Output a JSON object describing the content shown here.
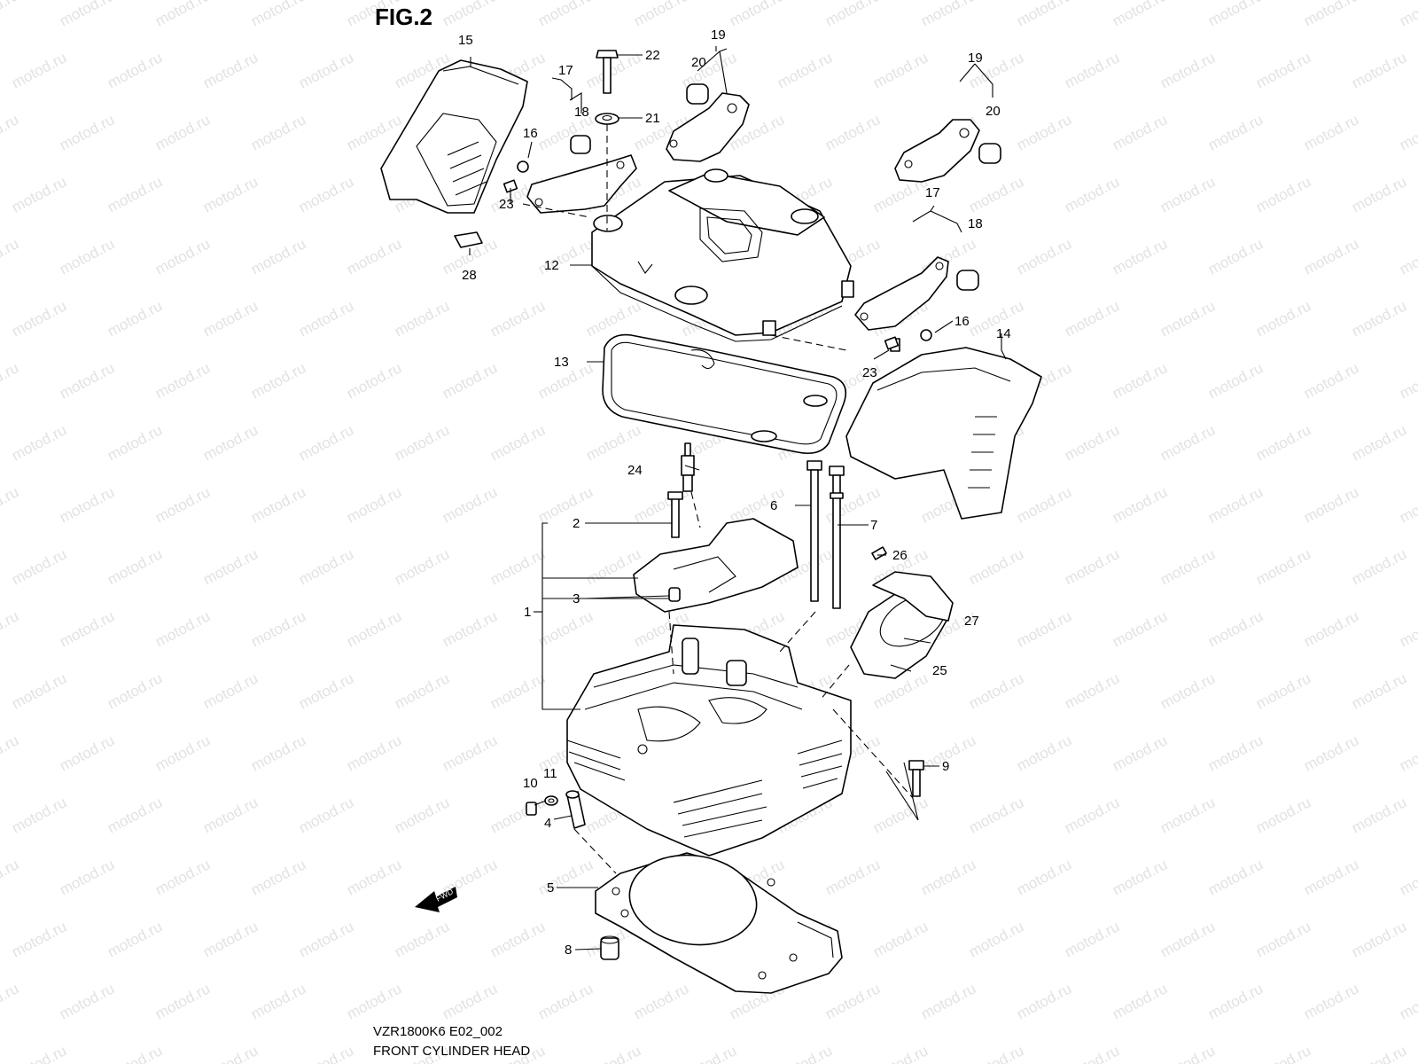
{
  "figure": {
    "title": "FIG.2",
    "code": "VZR1800K6 E02_002",
    "name": "FRONT CYLINDER HEAD"
  },
  "watermark": "motod.ru",
  "fwd_label": "FWD",
  "callouts": {
    "c1": "1",
    "c2": "2",
    "c3": "3",
    "c4": "4",
    "c5": "5",
    "c6": "6",
    "c7": "7",
    "c8": "8",
    "c9": "9",
    "c10": "10",
    "c11": "11",
    "c12": "12",
    "c13": "13",
    "c14": "14",
    "c15": "15",
    "c16a": "16",
    "c16b": "16",
    "c17a": "17",
    "c17b": "17",
    "c18a": "18",
    "c18b": "18",
    "c19a": "19",
    "c19b": "19",
    "c20a": "20",
    "c20b": "20",
    "c21": "21",
    "c22": "22",
    "c23a": "23",
    "c23b": "23",
    "c24": "24",
    "c25": "25",
    "c26": "26",
    "c27": "27",
    "c28": "28"
  }
}
